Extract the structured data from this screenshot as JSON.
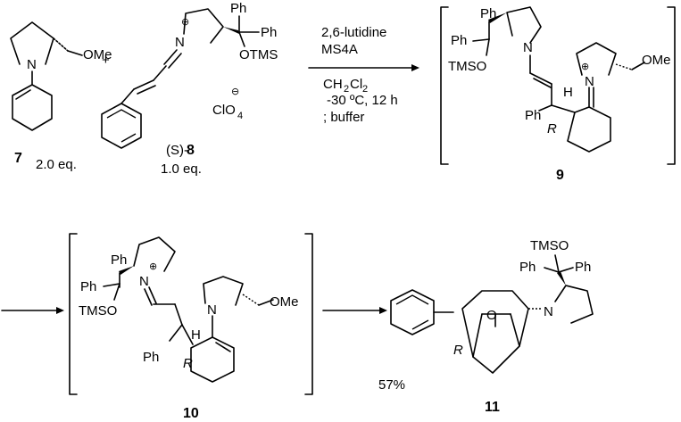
{
  "compound_7": {
    "number": "7",
    "equiv": "2.0 eq.",
    "substituent": "OMe",
    "nitrogen": "N"
  },
  "plus_sign": "+",
  "compound_8": {
    "label_prefix": "(S)-",
    "number": "8",
    "equiv": "1.0 eq.",
    "counterion": "ClO",
    "counterion_sub": "4",
    "charge_minus": "⊖",
    "charge_plus": "⊕",
    "nitrogen": "N",
    "ph_a": "Ph",
    "ph_b": "Ph",
    "otms": "OTMS"
  },
  "conditions": {
    "line1": "2,6-lutidine",
    "line2": "MS4A",
    "solvent_main": "CH",
    "solvent_sub1": "2",
    "solvent_cl": "Cl",
    "solvent_sub2": "2",
    "line4": "-30 ºC, 12 h",
    "line5": "; buffer"
  },
  "intermediate_9": {
    "number": "9",
    "ph1": "Ph",
    "ph2": "Ph",
    "tmso": "TMSO",
    "ph3": "Ph",
    "ome": "OMe",
    "stereo_h": "H",
    "stereo_r": "R",
    "n_top": "N",
    "n_iminium": "N",
    "charge_plus": "⊕"
  },
  "intermediate_10": {
    "number": "10",
    "ph1": "Ph",
    "ph2": "Ph",
    "tmso": "TMSO",
    "ph3": "Ph",
    "ome": "OMe",
    "stereo_h": "H",
    "stereo_r": "R",
    "n_iminium": "N",
    "n_enamine": "N",
    "charge_plus": "⊕"
  },
  "product_11": {
    "number": "11",
    "tmso": "TMSO",
    "ph1": "Ph",
    "ph2": "Ph",
    "carbonyl_o": "O",
    "nitrogen": "N",
    "stereo_r": "R",
    "yield": "57%"
  }
}
